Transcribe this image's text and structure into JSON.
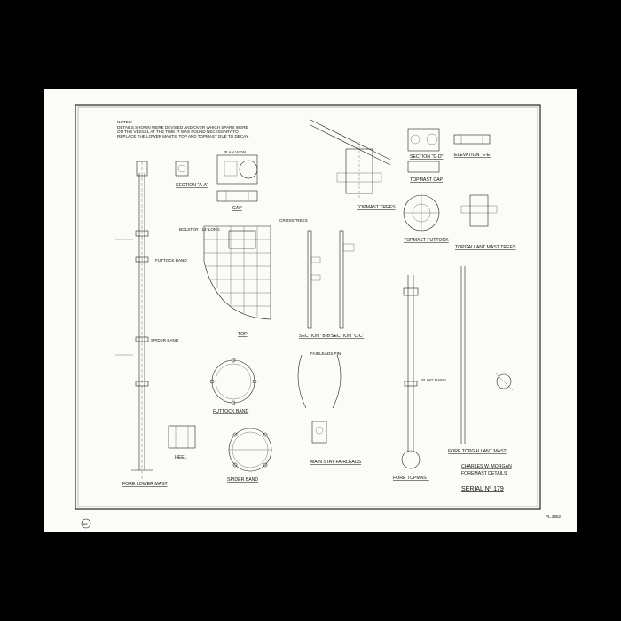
{
  "notes": {
    "heading": "NOTES:",
    "lines": [
      "DETAILS SHOWN WERE DEVISED AND OVER WHICH SPARS WERE",
      "ON THE VESSEL AT THE TIME IT WAS FOUND NECESSARY TO",
      "REPLACE THE LOWER MASTS, TOP AND TOPMAST DUE TO DECAY."
    ]
  },
  "views": {
    "section_aa": "SECTION \"A-A\"",
    "plan_view": "PLAN VIEW",
    "cap": "CAP",
    "topmast_trees": "TOPMAST TREES",
    "topmast_cap": "TOPMAST CAP",
    "section_dd": "SECTION \"D-D\"",
    "elevation_ee": "ELEVATION \"E-E\"",
    "topmast_futtock": "TOPMAST FUTTOCK",
    "topgallant_mast_trees": "TOPGALLANT MAST TREES",
    "top": "TOP",
    "section_bb": "SECTION \"B-B\"",
    "section_cc": "SECTION \"C-C\"",
    "futtock_band": "FUTTOCK BAND",
    "spider_band": "SPIDER BAND",
    "heel": "HEEL",
    "main_stay_fairleads": "MAIN STAY FAIRLEADS",
    "fore_lower_mast": "FORE LOWER MAST",
    "fore_topmast": "FORE TOPMAST",
    "fore_topgallant_mast": "FORE TOPGALLANT MAST"
  },
  "callouts": [
    "BOLSTER - 14' LONG",
    "FUTTOCK BAND",
    "SPIDER BAND",
    "SLING BAND",
    "CROSSTREES",
    "FAIRLEADS PIN"
  ],
  "title_block": {
    "line1": "CHARLES W. MORGAN",
    "line2": "FOREMAST DETAILS",
    "serial": "SERIAL Nº 179"
  },
  "margin": {
    "sheet_no": "63",
    "plate_no": "PL.2652"
  },
  "colors": {
    "paper": "#fbfbf8",
    "ink": "#111111",
    "background": "#000000"
  }
}
